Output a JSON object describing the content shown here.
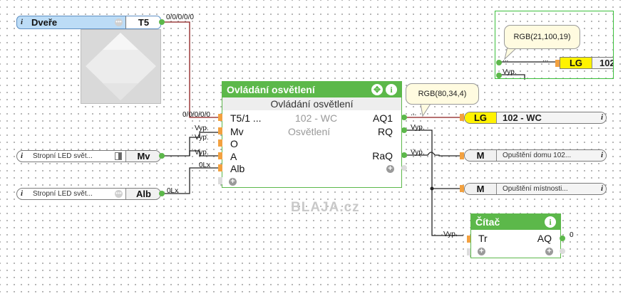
{
  "door_input": {
    "info": "i",
    "name": "Dveře",
    "tag": "T5",
    "out_value": "0/0/0/0/0"
  },
  "input_mv": {
    "info": "i",
    "text": "Stropní LED svět...",
    "tag": "Mv"
  },
  "input_alb": {
    "info": "i",
    "text": "Stropní LED svět...",
    "tag": "Alb",
    "out_value": "0Lx"
  },
  "main_block": {
    "title": "Ovládání osvětlení",
    "move_icon": "move-icon",
    "info": "i",
    "subtitle": "Ovládání osvětlení",
    "center_line1": "102 - WC",
    "center_line2": "Osvětlení",
    "inputs": [
      "T5/1 ...",
      "Mv",
      "O",
      "A",
      "Alb"
    ],
    "input_labels": [
      "0/0/0/0/0",
      "Vyp.",
      "Vyp.",
      "Vyp.",
      "0Lx"
    ],
    "outputs": [
      "AQ1",
      "RQ",
      "RaQ"
    ],
    "output_labels": [
      "...",
      "Vyp.",
      "Vyp."
    ]
  },
  "callout_main": "RGB(80,34,4)",
  "callout_inset": "RGB(21,100,19)",
  "out_lg": {
    "tag": "LG",
    "name": "102 - WC",
    "info": "i"
  },
  "out_m1": {
    "tag": "M",
    "name": "Opuštění domu 102...",
    "info": "i"
  },
  "out_m2": {
    "tag": "M",
    "name": "Opuštění místnosti...",
    "info": "i"
  },
  "counter": {
    "title": "Čítač",
    "info": "i",
    "input": "Tr",
    "input_label": "Vyp.",
    "output": "AQ",
    "output_value": "0"
  },
  "inset": {
    "dots_left": "...",
    "dots_right": "...",
    "tag": "LG",
    "name": "102",
    "label": "Vyp."
  },
  "watermark": "BLAJA.cz",
  "colors": {
    "wire_active": "#8b1a1a",
    "wire": "#222222",
    "block_green": "#5cb84a",
    "pin_orange": "#f2a140",
    "lg_yellow": "#fff200"
  }
}
